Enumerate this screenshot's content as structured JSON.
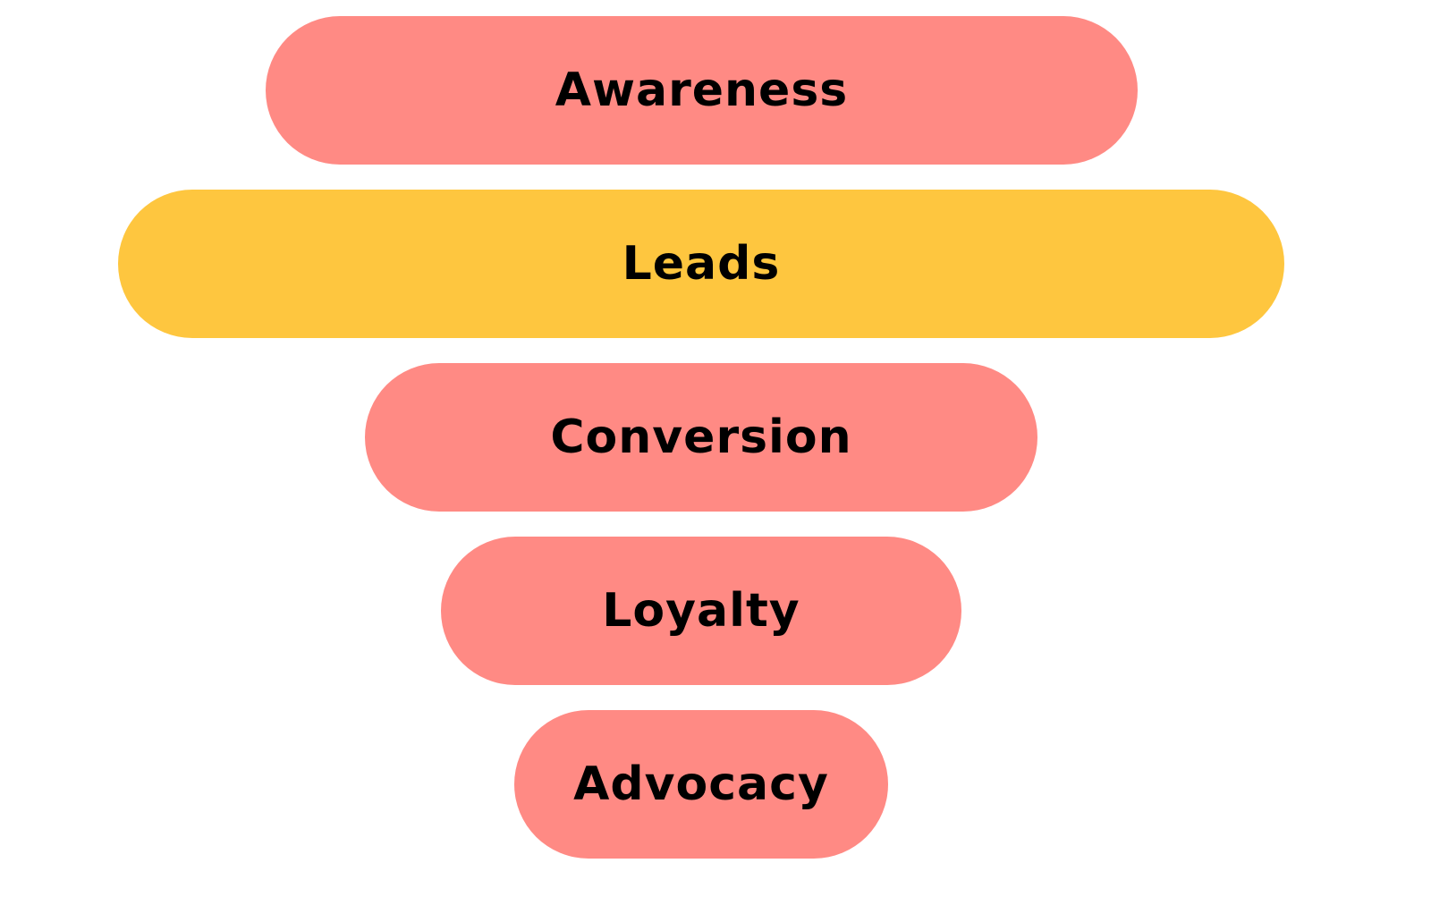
{
  "diagram": {
    "type": "funnel",
    "stages": [
      {
        "label": "Awareness",
        "color": "#FF8A84"
      },
      {
        "label": "Leads",
        "color": "#FEC63F"
      },
      {
        "label": "Conversion",
        "color": "#FF8A84"
      },
      {
        "label": "Loyalty",
        "color": "#FF8A84"
      },
      {
        "label": "Advocacy",
        "color": "#FF8A84"
      }
    ]
  }
}
